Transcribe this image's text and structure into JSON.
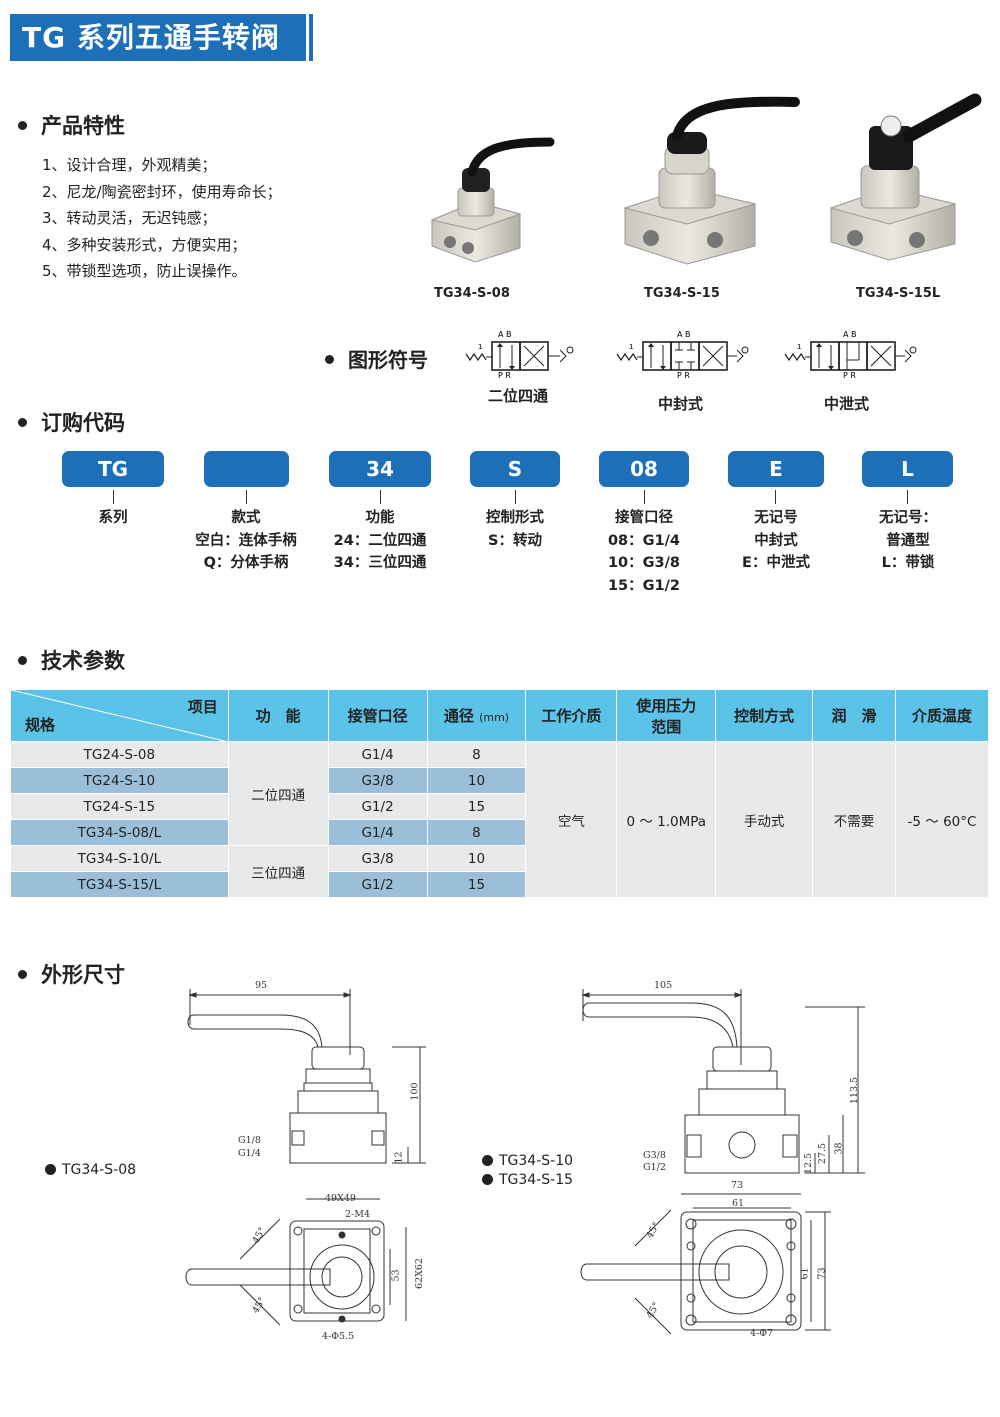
{
  "title": "TG 系列五通手转阀",
  "sections": {
    "features": "产品特性",
    "symbols": "图形符号",
    "ordering": "订购代码",
    "params": "技术参数",
    "dimensions": "外形尺寸"
  },
  "features": [
    "1、设计合理，外观精美；",
    "2、尼龙/陶瓷密封环，使用寿命长；",
    "3、转动灵活，无迟钝感；",
    "4、多种安装形式，方便实用；",
    "5、带锁型选项，防止误操作。"
  ],
  "products": [
    {
      "caption": "TG34-S-08"
    },
    {
      "caption": "TG34-S-15"
    },
    {
      "caption": "TG34-S-15L"
    }
  ],
  "symbols": [
    {
      "caption": "二位四通",
      "ports_top": "A B",
      "ports_bottom": "P R"
    },
    {
      "caption": "中封式",
      "ports_top": "A B",
      "ports_bottom": "P R"
    },
    {
      "caption": "中泄式",
      "ports_top": "A B",
      "ports_bottom": "P R"
    }
  ],
  "symbol_spring_label": "1",
  "ordering": [
    {
      "code": "TG",
      "lines": [
        "系列"
      ]
    },
    {
      "code": "",
      "lines": [
        "款式",
        "空白：连体手柄",
        "Q：分体手柄"
      ]
    },
    {
      "code": "34",
      "lines": [
        "功能",
        "24：二位四通",
        "34：三位四通"
      ]
    },
    {
      "code": "S",
      "lines": [
        "控制形式",
        "S：转动"
      ]
    },
    {
      "code": "08",
      "lines": [
        "接管口径",
        "08：G1/4",
        "10：G3/8",
        "15：G1/2"
      ]
    },
    {
      "code": "E",
      "lines": [
        "无记号",
        "中封式",
        "E：中泄式"
      ]
    },
    {
      "code": "L",
      "lines": [
        "无记号：",
        "普通型",
        "L：带锁"
      ]
    }
  ],
  "params": {
    "header_item": "项目",
    "header_spec": "规格",
    "headers": [
      "功　能",
      "接管口径",
      "通径",
      "(mm)",
      "工作介质",
      "使用压力",
      "范围",
      "控制方式",
      "润　滑",
      "介质温度"
    ],
    "rows": [
      {
        "model": "TG24-S-08",
        "port": "G1/4",
        "bore": "8"
      },
      {
        "model": "TG24-S-10",
        "port": "G3/8",
        "bore": "10"
      },
      {
        "model": "TG24-S-15",
        "port": "G1/2",
        "bore": "15"
      },
      {
        "model": "TG34-S-08/L",
        "port": "G1/4",
        "bore": "8"
      },
      {
        "model": "TG34-S-10/L",
        "port": "G3/8",
        "bore": "10"
      },
      {
        "model": "TG34-S-15/L",
        "port": "G1/2",
        "bore": "15"
      }
    ],
    "function_a": "二位四通",
    "function_b": "三位四通",
    "medium": "空气",
    "pressure": "0 ～ 1.0MPa",
    "control": "手动式",
    "lubrication": "不需要",
    "temperature": "-5 ～ 60°C"
  },
  "dimensions": {
    "left": {
      "model": "TG34-S-08",
      "d_handle": "95",
      "d_height": "100",
      "port_1": "G1/8",
      "port_2": "G1/4",
      "d_12": "12",
      "d_49": "49X49",
      "d_m4": "2-M4",
      "d_53": "53",
      "d_62": "62X62",
      "d_holes": "4-Φ5.5",
      "ang_1": "45°",
      "ang_2": "45°"
    },
    "right": {
      "model_1": "TG34-S-10",
      "model_2": "TG34-S-15",
      "d_handle": "105",
      "d_height": "113.5",
      "d_38": "38",
      "d_275": "27.5",
      "d_125": "12.5",
      "port_1": "G3/8",
      "port_2": "G1/2",
      "d_73": "73",
      "d_61": "61",
      "d_61v": "61",
      "d_73v": "73",
      "d_holes": "4-Φ7",
      "ang_1": "45°",
      "ang_2": "45°"
    }
  },
  "colors": {
    "brand": "#1d6fb8",
    "table_header": "#5bc3e8",
    "table_alt": "#9bbfd9",
    "table_row": "#e8e9ea"
  }
}
